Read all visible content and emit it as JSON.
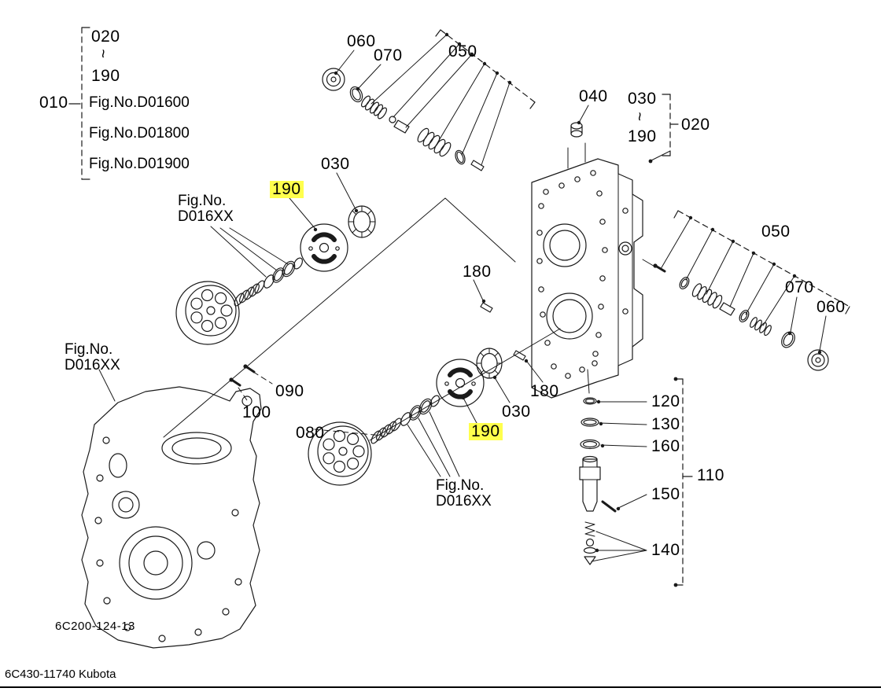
{
  "colors": {
    "highlight": "#ffff4d",
    "line": "#1a1a1a",
    "background": "#ffffff"
  },
  "footer": {
    "code": "6C430-11740 Kubota"
  },
  "callouts": [
    {
      "id": "fig-group-range-start",
      "text": "020"
    },
    {
      "id": "fig-group-range-tilde",
      "text": "~"
    },
    {
      "id": "fig-group-range-end",
      "text": "190"
    },
    {
      "id": "fig-group-item",
      "text": "010"
    },
    {
      "id": "fig-no-1",
      "text": "Fig.No.D01600"
    },
    {
      "id": "fig-no-2",
      "text": "Fig.No.D01800"
    },
    {
      "id": "fig-no-3",
      "text": "Fig.No.D01900"
    },
    {
      "id": "callout-060-top",
      "text": "060"
    },
    {
      "id": "callout-070-top",
      "text": "070"
    },
    {
      "id": "callout-050-top",
      "text": "050"
    },
    {
      "id": "callout-040",
      "text": "040"
    },
    {
      "id": "callout-030-range-start",
      "text": "030"
    },
    {
      "id": "callout-range-tilde",
      "text": "~"
    },
    {
      "id": "callout-190-range-end",
      "text": "190"
    },
    {
      "id": "callout-020-housing",
      "text": "020"
    },
    {
      "id": "callout-030-bearing-upper",
      "text": "030"
    },
    {
      "id": "callout-190-plate-upper",
      "text": "190",
      "highlight": true
    },
    {
      "id": "fig-ref-upper-line1",
      "text": "Fig.No."
    },
    {
      "id": "fig-ref-upper-line2",
      "text": "D016XX"
    },
    {
      "id": "callout-180-upper",
      "text": "180"
    },
    {
      "id": "fig-ref-left-line1",
      "text": "Fig.No."
    },
    {
      "id": "fig-ref-left-line2",
      "text": "D016XX"
    },
    {
      "id": "callout-090",
      "text": "090"
    },
    {
      "id": "callout-100",
      "text": "100"
    },
    {
      "id": "callout-080",
      "text": "080"
    },
    {
      "id": "callout-180-lower",
      "text": "180"
    },
    {
      "id": "callout-030-bearing-lower",
      "text": "030"
    },
    {
      "id": "callout-190-plate-lower",
      "text": "190",
      "highlight": true
    },
    {
      "id": "fig-ref-lower-line1",
      "text": "Fig.No."
    },
    {
      "id": "fig-ref-lower-line2",
      "text": "D016XX"
    },
    {
      "id": "callout-050-right",
      "text": "050"
    },
    {
      "id": "callout-070-right",
      "text": "070"
    },
    {
      "id": "callout-060-right",
      "text": "060"
    },
    {
      "id": "callout-120",
      "text": "120"
    },
    {
      "id": "callout-130",
      "text": "130"
    },
    {
      "id": "callout-160",
      "text": "160"
    },
    {
      "id": "callout-110",
      "text": "110"
    },
    {
      "id": "callout-150",
      "text": "150"
    },
    {
      "id": "callout-140",
      "text": "140"
    },
    {
      "id": "drawing-code",
      "text": "6C200-124-13"
    }
  ]
}
